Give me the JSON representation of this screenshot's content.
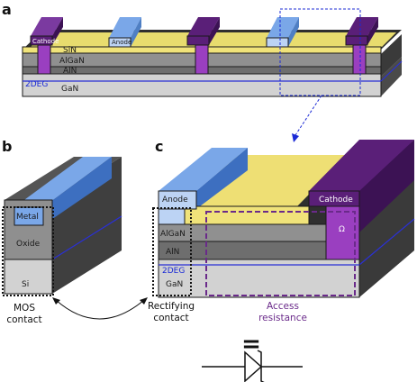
{
  "panels": {
    "a": "a",
    "b": "b",
    "c": "c"
  },
  "panel_a": {
    "cathode": "Cathode",
    "anode": "Anode",
    "sin": "SiN",
    "algan": "AlGaN",
    "aln": "AlN",
    "twodeg": "2DEG",
    "gan": "GaN"
  },
  "panel_b": {
    "metal": "Metal",
    "oxide": "Oxide",
    "si": "Si",
    "caption_line1": "MOS",
    "caption_line2": "contact"
  },
  "panel_c": {
    "anode": "Anode",
    "cathode": "Cathode",
    "ohm": "Ω",
    "algan": "AlGaN",
    "aln": "AlN",
    "twodeg": "2DEG",
    "gan": "GaN",
    "rect_line1": "Rectifying",
    "rect_line2": "contact",
    "access_line1": "Access",
    "access_line2": "resistance"
  },
  "colors": {
    "metal_blue": "#7aa7e8",
    "anode_light": "#bcd3f4",
    "cathode_purple": "#5a1f78",
    "ohmic_purple": "#9a3fc0",
    "sin_yellow": "#f0e37a",
    "algan_gray": "#909090",
    "aln_gray": "#6e6e6e",
    "gan_gray": "#d2d2d2",
    "twodeg_blue": "#2a30d6",
    "access_dash": "#6a2a8a"
  },
  "symbol": {
    "equals": "="
  }
}
